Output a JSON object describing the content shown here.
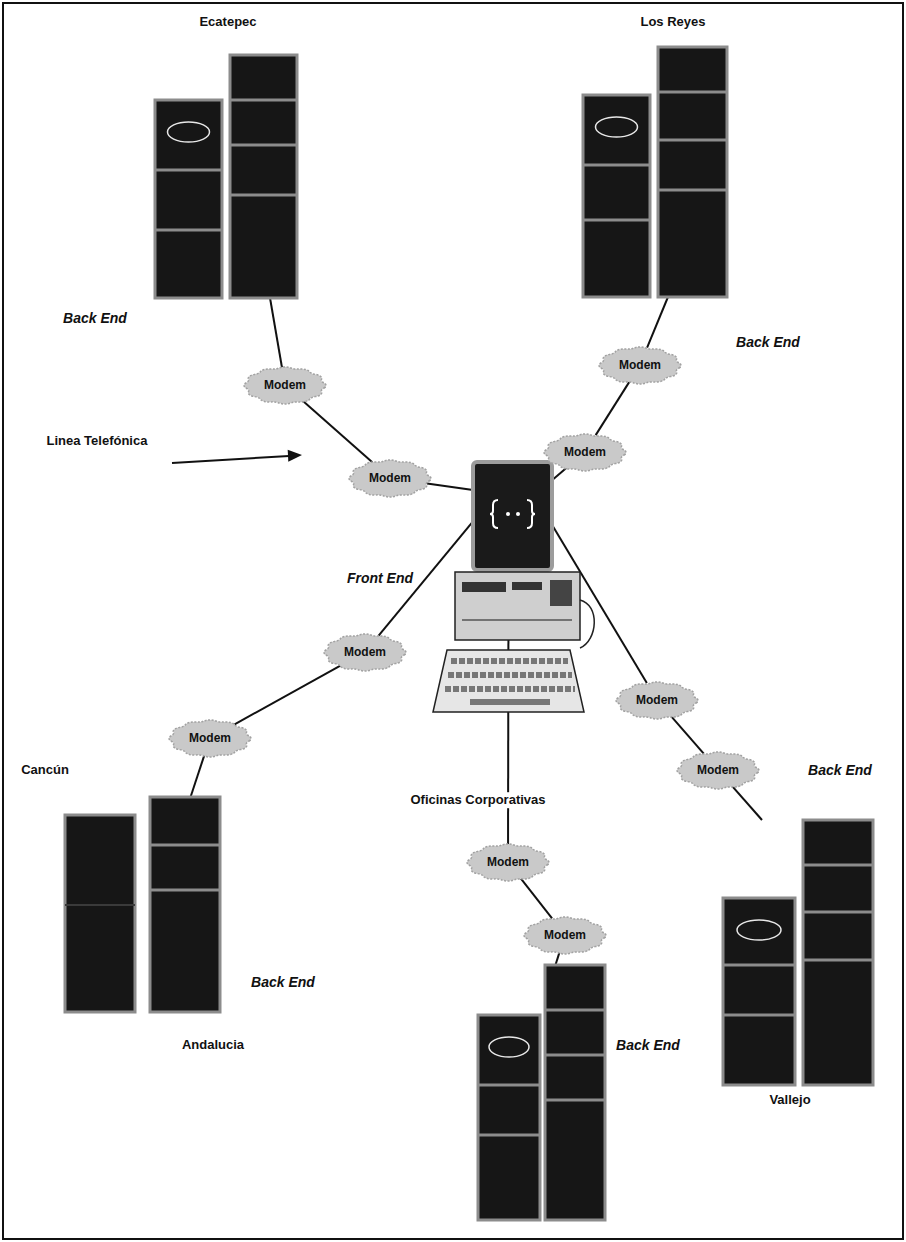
{
  "diagram": {
    "nodes": [
      {
        "text": [
          "Ecatepec",
          "Back End"
        ]
      },
      {
        "text": [
          "Los Reyes",
          "Back End"
        ]
      },
      {
        "text": [
          "Modem"
        ]
      },
      {
        "text": [
          "Modem"
        ]
      },
      {
        "text": [
          "Modem"
        ]
      },
      {
        "text": [
          "Modem"
        ]
      },
      {
        "text": [
          "Front End",
          "Oficinas Corporativas"
        ]
      },
      {
        "text": [
          "Modem"
        ]
      },
      {
        "text": [
          "Modem"
        ]
      },
      {
        "text": [
          "Modem"
        ]
      },
      {
        "text": [
          "Modem"
        ]
      },
      {
        "text": [
          "Cancún",
          "Back End"
        ]
      },
      {
        "text": [
          "Modem"
        ]
      },
      {
        "text": [
          "Modem"
        ]
      },
      {
        "text": [
          "Back End",
          "Andalucia"
        ]
      },
      {
        "text": [
          "Back End",
          "Vallejo"
        ]
      }
    ],
    "edges": [
      {
        "from": 0,
        "to": 2,
        "arrow": "none"
      },
      {
        "from": 2,
        "to": 4,
        "arrow": "none"
      },
      {
        "from": 4,
        "to": 6,
        "arrow": "none"
      },
      {
        "from": 1,
        "to": 3,
        "arrow": "none"
      },
      {
        "from": 3,
        "to": 5,
        "arrow": "none"
      },
      {
        "from": 5,
        "to": 6,
        "arrow": "none"
      },
      {
        "from": 6,
        "to": 7,
        "arrow": "none"
      },
      {
        "from": 7,
        "to": 9,
        "arrow": "none"
      },
      {
        "from": 9,
        "to": 11,
        "arrow": "none"
      },
      {
        "from": 6,
        "to": 8,
        "arrow": "none"
      },
      {
        "from": 8,
        "to": 10,
        "arrow": "none"
      },
      {
        "from": 10,
        "to": 15,
        "arrow": "none"
      },
      {
        "from": 6,
        "to": 12,
        "arrow": "none"
      },
      {
        "from": 12,
        "to": 13,
        "arrow": "none"
      },
      {
        "from": 13,
        "to": 14,
        "arrow": "none"
      }
    ],
    "labels": [
      "Linea Telefónica"
    ]
  }
}
